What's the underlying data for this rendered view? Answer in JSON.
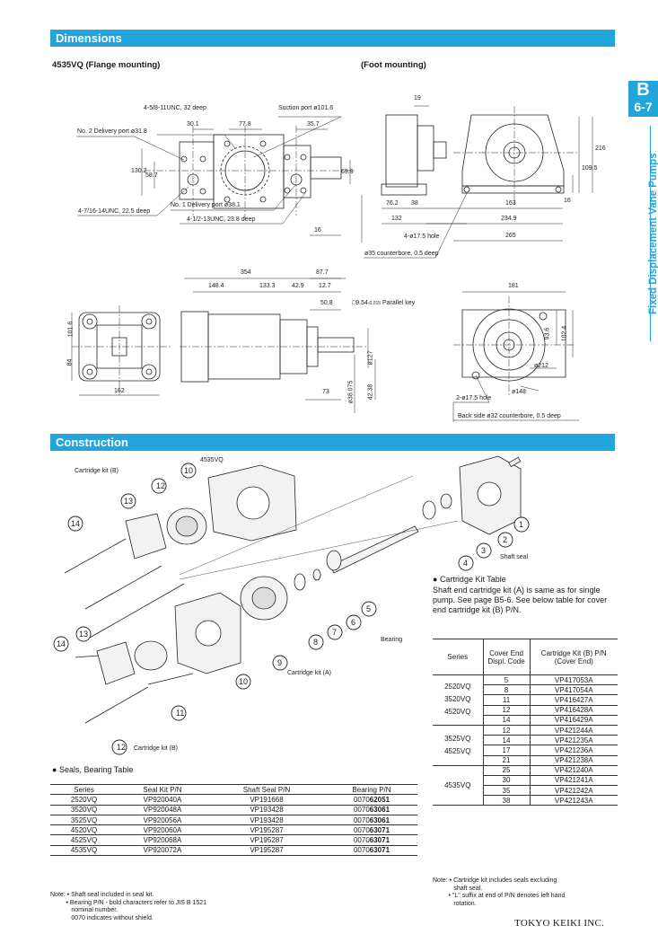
{
  "sections": {
    "dimensions": "Dimensions",
    "construction": "Construction"
  },
  "side_tab": {
    "letter": "B",
    "page": "6-7",
    "vertical": "Fixed Displacement Vane Pumps"
  },
  "dimensions": {
    "flange_title": "4535VQ (Flange mounting)",
    "foot_title": "(Foot mounting)",
    "labels": {
      "thread_top": "4-5/8-11UNC, 32 deep",
      "suction": "Suction port ø101.6",
      "delivery2": "No. 2 Delivery port ø31.8",
      "thread_left": "4-7/16-14UNC, 22.5 deep",
      "delivery1": "No. 1 Delivery port ø38.1",
      "thread_bottom": "4-1/2-13UNC, 23.8 deep",
      "d301": "30.1",
      "d778": "77.8",
      "d357": "35.7",
      "d1302": "130.2",
      "d587": "58.7",
      "d699": "69.9",
      "d16a": "16",
      "d19": "19",
      "d216": "216",
      "d1095": "109.5",
      "d16b": "16",
      "d762": "76.2",
      "d38": "38",
      "d163": "163",
      "d132": "132",
      "d2349": "234.9",
      "d265": "265",
      "hole4": "4-ø17.5 hole",
      "cbore35": "ø35 counterbore, 0.5 deep",
      "d354": "354",
      "d877": "87.7",
      "d1484": "148.4",
      "d1333": "133.3",
      "d429": "42.9",
      "d127": "12.7",
      "d508": "50.8",
      "key": "□9.54",
      "key_tol": "-0.015",
      "key_text": "Parallel key",
      "d1016": "101.6",
      "d84": "84",
      "d162": "162",
      "d73": "73",
      "d127dia": "ø127",
      "d38075": "ø38.075",
      "d4238": "42.38",
      "d181": "181",
      "d936": "93.6",
      "d1024": "102.4",
      "d212": "ø212",
      "d148": "ø148",
      "hole2": "2-ø17.5 hole",
      "backside": "Back side ø32 counterbore, 0.5 deep"
    }
  },
  "construction": {
    "labels": {
      "cart_b_top": "Cartridge kit (B)",
      "model": "4535VQ",
      "shaft_seal": "Shaft seal",
      "bearing": "Bearing",
      "cart_a": "Cartridge kit (A)",
      "cart_b_bottom": "Cartridge kit (B)"
    },
    "callouts": [
      "1",
      "2",
      "3",
      "4",
      "5",
      "6",
      "7",
      "8",
      "9",
      "10",
      "10",
      "11",
      "12",
      "12",
      "13",
      "13",
      "14",
      "14"
    ]
  },
  "seals_table": {
    "title": "Seals, Bearing Table",
    "headers": [
      "Series",
      "Seal Kit P/N",
      "Shaft Seal P/N",
      "Bearing P/N"
    ],
    "rows": [
      {
        "series": "2520VQ",
        "seal_kit": "VP920040A",
        "shaft_seal": "VP191668",
        "bearing_prefix": "0070",
        "bearing_bold": "62051"
      },
      {
        "series": "3520VQ",
        "seal_kit": "VP920048A",
        "shaft_seal": "VP193428",
        "bearing_prefix": "0070",
        "bearing_bold": "63061"
      },
      {
        "series": "3525VQ",
        "seal_kit": "VP920056A",
        "shaft_seal": "VP193428",
        "bearing_prefix": "0070",
        "bearing_bold": "63061"
      },
      {
        "series": "4520VQ",
        "seal_kit": "VP920060A",
        "shaft_seal": "VP195287",
        "bearing_prefix": "0070",
        "bearing_bold": "63071"
      },
      {
        "series": "4525VQ",
        "seal_kit": "VP920068A",
        "shaft_seal": "VP195287",
        "bearing_prefix": "0070",
        "bearing_bold": "63071"
      },
      {
        "series": "4535VQ",
        "seal_kit": "VP920072A",
        "shaft_seal": "VP195287",
        "bearing_prefix": "0070",
        "bearing_bold": "63071"
      }
    ],
    "note": "Note: • Shaft seal included in seal kit.\n         • Bearing P/N - bold characters refer to JIS B 1521\n            nominal number.\n            0070 indicates without shield."
  },
  "cartridge_table": {
    "title": "Cartridge Kit Table",
    "paragraph": "Shaft end cartridge kit (A) is same as for single pump. See page B5-6. See below table for cover end cartridge kit (B) P/N.",
    "headers": [
      "Series",
      "Cover End Displ. Code",
      "Cartridge Kit (B) P/N (Cover End)"
    ],
    "groups": [
      {
        "series": "2520VQ\n3520VQ\n4520VQ",
        "rows": [
          [
            "5",
            "VP417053A"
          ],
          [
            "8",
            "VP417054A"
          ],
          [
            "11",
            "VP416427A"
          ],
          [
            "12",
            "VP416428A"
          ],
          [
            "14",
            "VP416429A"
          ]
        ]
      },
      {
        "series": "3525VQ\n4525VQ",
        "rows": [
          [
            "12",
            "VP421244A"
          ],
          [
            "14",
            "VP421235A"
          ],
          [
            "17",
            "VP421236A"
          ],
          [
            "21",
            "VP421238A"
          ]
        ]
      },
      {
        "series": "4535VQ",
        "rows": [
          [
            "25",
            "VP421240A"
          ],
          [
            "30",
            "VP421241A"
          ],
          [
            "35",
            "VP421242A"
          ],
          [
            "38",
            "VP421243A"
          ]
        ]
      }
    ],
    "note": "Note: • Cartridge kit includes seals excluding\n            shaft seal.\n         • \"L\" suffix at end of P/N denotes left hand\n            rotation."
  },
  "brand": "TOKYO KEIKI INC."
}
